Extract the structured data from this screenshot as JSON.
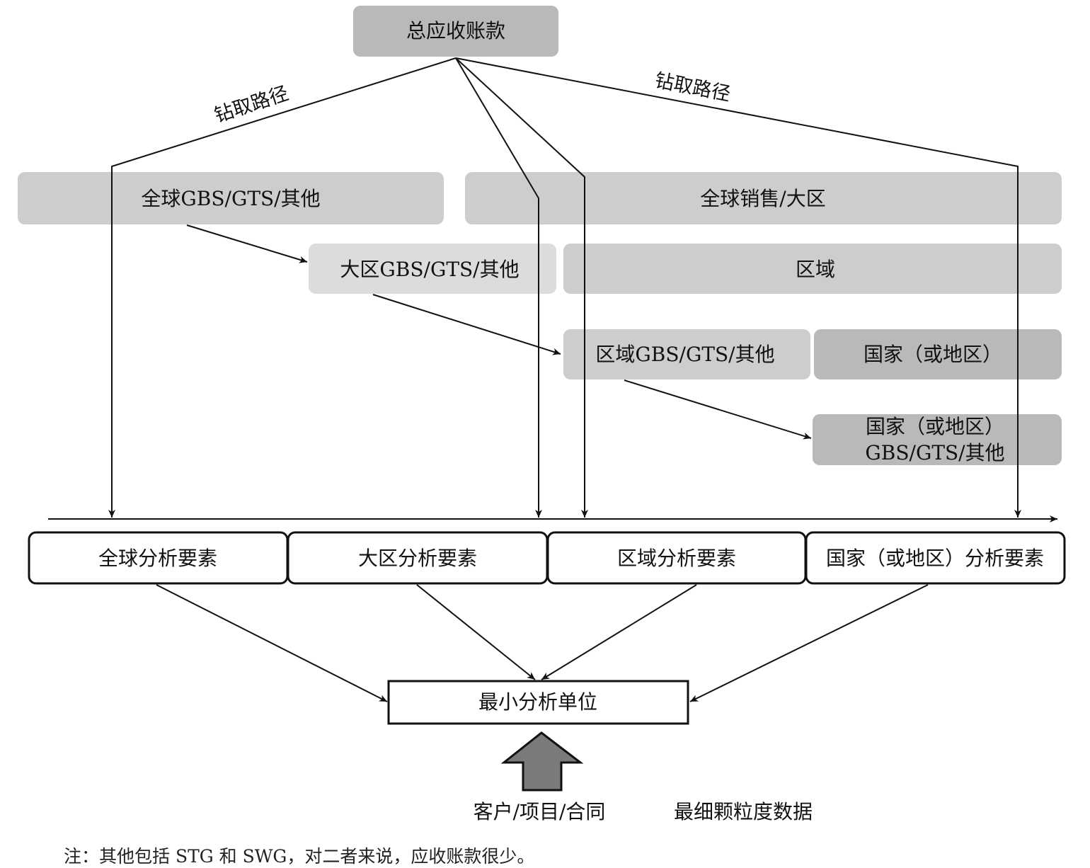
{
  "nodes": {
    "total_ar": "总应收账款",
    "global_gbs": "全球GBS/GTS/其他",
    "global_sales": "全球销售/大区",
    "region_gbs": "大区GBS/GTS/其他",
    "area": "区域",
    "area_gbs": "区域GBS/GTS/其他",
    "country": "国家（或地区）",
    "country_gbs_line1": "国家（或地区）",
    "country_gbs_line2": "GBS/GTS/其他",
    "global_factor": "全球分析要素",
    "region_factor": "大区分析要素",
    "area_factor": "区域分析要素",
    "country_factor": "国家（或地区）分析要素",
    "min_unit": "最小分析单位",
    "source_left": "客户/项目/合同",
    "source_right": "最细颗粒度数据"
  },
  "edge_labels": {
    "drill_left": "钻取路径",
    "drill_right": "钻取路径"
  },
  "note": "注：其他包括 STG 和 SWG，对二者来说，应收账款很少。",
  "colors": {
    "box_dark": "#b9b9b9",
    "box_mid": "#cdcdcd",
    "box_light": "#dcdcdc",
    "big_arrow": "#7a7a7a",
    "line": "#111111"
  }
}
